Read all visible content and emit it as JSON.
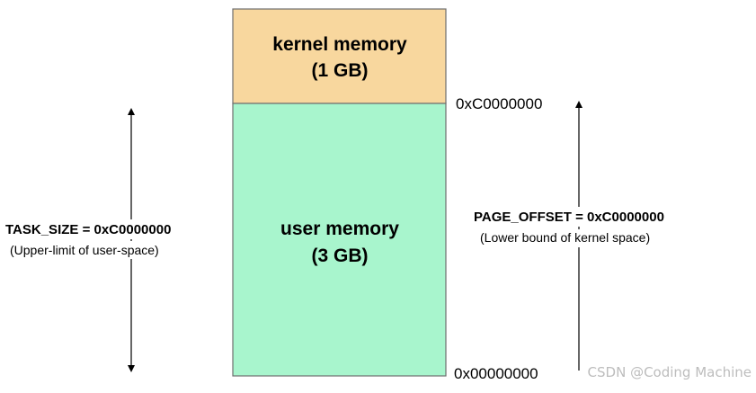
{
  "colors": {
    "kernel_fill": "#f8d79e",
    "user_fill": "#a8f5cd",
    "border": "#6e6e6e",
    "line": "#000000",
    "watermark": "#bdbdbd"
  },
  "kernel_region": {
    "line1": "kernel memory",
    "line2": "(1 GB)"
  },
  "user_region": {
    "line1": "user memory",
    "line2": "(3 GB)"
  },
  "addresses": {
    "boundary": "0xC0000000",
    "base": "0x00000000"
  },
  "task_size": {
    "title": "TASK_SIZE = 0xC0000000",
    "note": "(Upper-limit of user-space)"
  },
  "page_offset": {
    "title": "PAGE_OFFSET = 0xC0000000",
    "note": "(Lower bound of kernel space)"
  },
  "watermark": {
    "text": "CSDN @Coding Machine"
  }
}
